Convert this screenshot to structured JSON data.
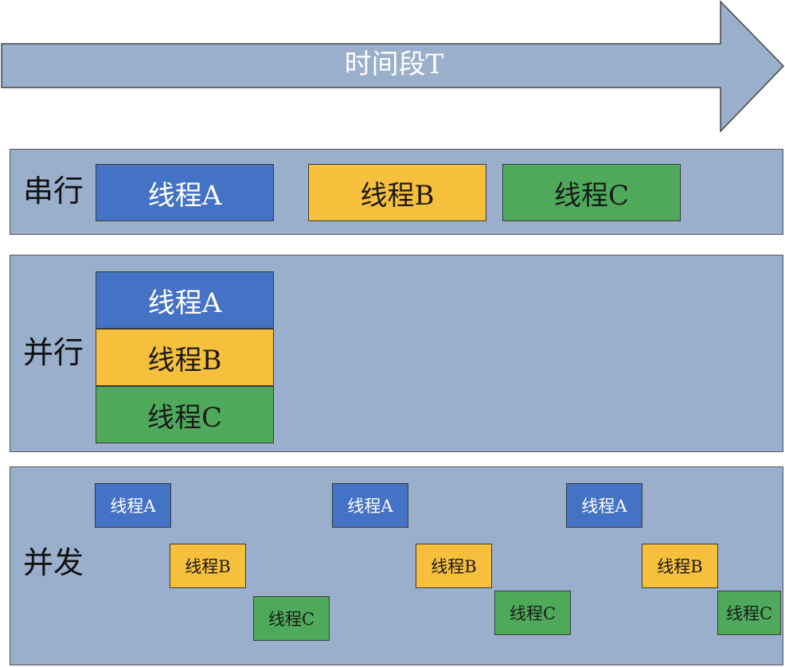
{
  "timeline": {
    "label": "时间段T",
    "fill": "#9aafcc"
  },
  "rows": {
    "serial": "串行",
    "parallel": "并行",
    "concurrent": "并发"
  },
  "threads": {
    "a": "线程A",
    "b": "线程B",
    "c": "线程C"
  },
  "colors": {
    "panel": "#9aafcc",
    "thread_a": "#4472c4",
    "thread_b": "#f6bf3c",
    "thread_c": "#4eaa5a"
  }
}
